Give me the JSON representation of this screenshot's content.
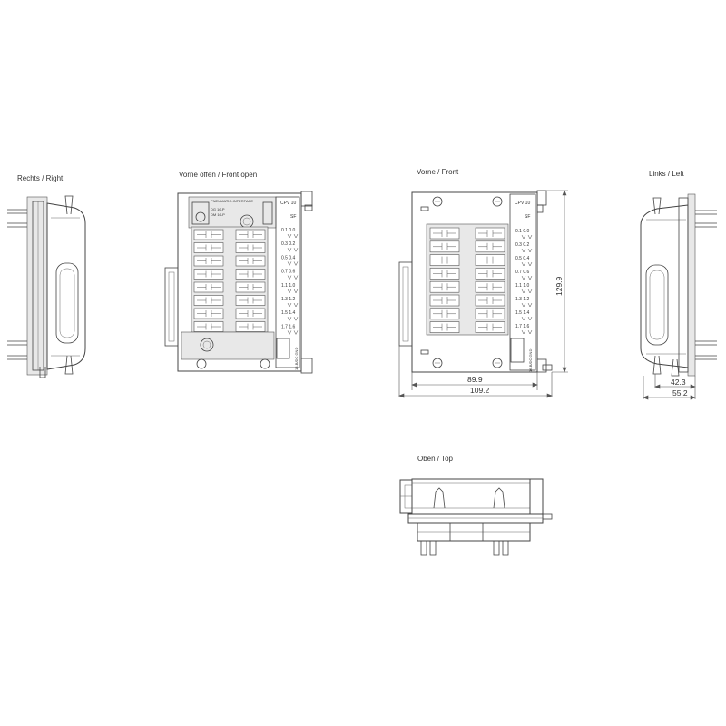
{
  "views": {
    "right": "Rechts / Right",
    "front_open": "Vorne offen / Front open",
    "front": "Vorne / Front",
    "left": "Links / Left",
    "top": "Oben / Top"
  },
  "panel": {
    "model": "CPV 10",
    "sf": "SF",
    "interface_title": "PNEUMATIC-INTERFACE",
    "interface_line1": "DG 16-P",
    "interface_line2": "DM 16-P",
    "side_text": "16-B/DC GND",
    "channels": [
      "0.1 0.0",
      "0.3 0.2",
      "0.5 0.4",
      "0.7 0.6",
      "1.1 1.0",
      "1.3 1.2",
      "1.5 1.4",
      "1.7 1.6"
    ]
  },
  "dimensions": {
    "front_inner_width": "89.9",
    "front_total_width": "109.2",
    "front_height": "129.9",
    "left_depth_inner": "42.3",
    "left_depth_total": "55.2"
  },
  "colors": {
    "line": "#444444",
    "fill": "#e8e8e8"
  }
}
